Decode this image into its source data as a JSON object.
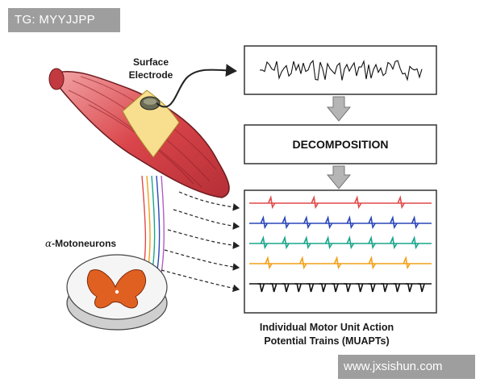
{
  "watermarks": {
    "top_left": "TG: MYYJJPP",
    "bottom_right": "www.jxsishun.com"
  },
  "labels": {
    "surface_line1": "Surface",
    "surface_line2": "Electrode",
    "alpha": "α",
    "motoneurons": "-Motoneurons",
    "decomposition": "DECOMPOSITION",
    "muapt_line1": "Individual Motor Unit Action",
    "muapt_line2": "Potential Trains (MUAPTs)"
  },
  "trains": [
    {
      "color": "#e04a4a",
      "spikes": 4
    },
    {
      "color": "#2b47b8",
      "spikes": 8
    },
    {
      "color": "#1aa58a",
      "spikes": 8
    },
    {
      "color": "#f2a019",
      "spikes": 5
    },
    {
      "color": "#111111",
      "spikes": 14
    }
  ],
  "colors": {
    "muscle": "#d9454a",
    "electrode_band": "#f7df8f",
    "spinal_gray": "#e06021",
    "arrow_fill": "#b5b5b5",
    "box_stroke": "#333333"
  }
}
